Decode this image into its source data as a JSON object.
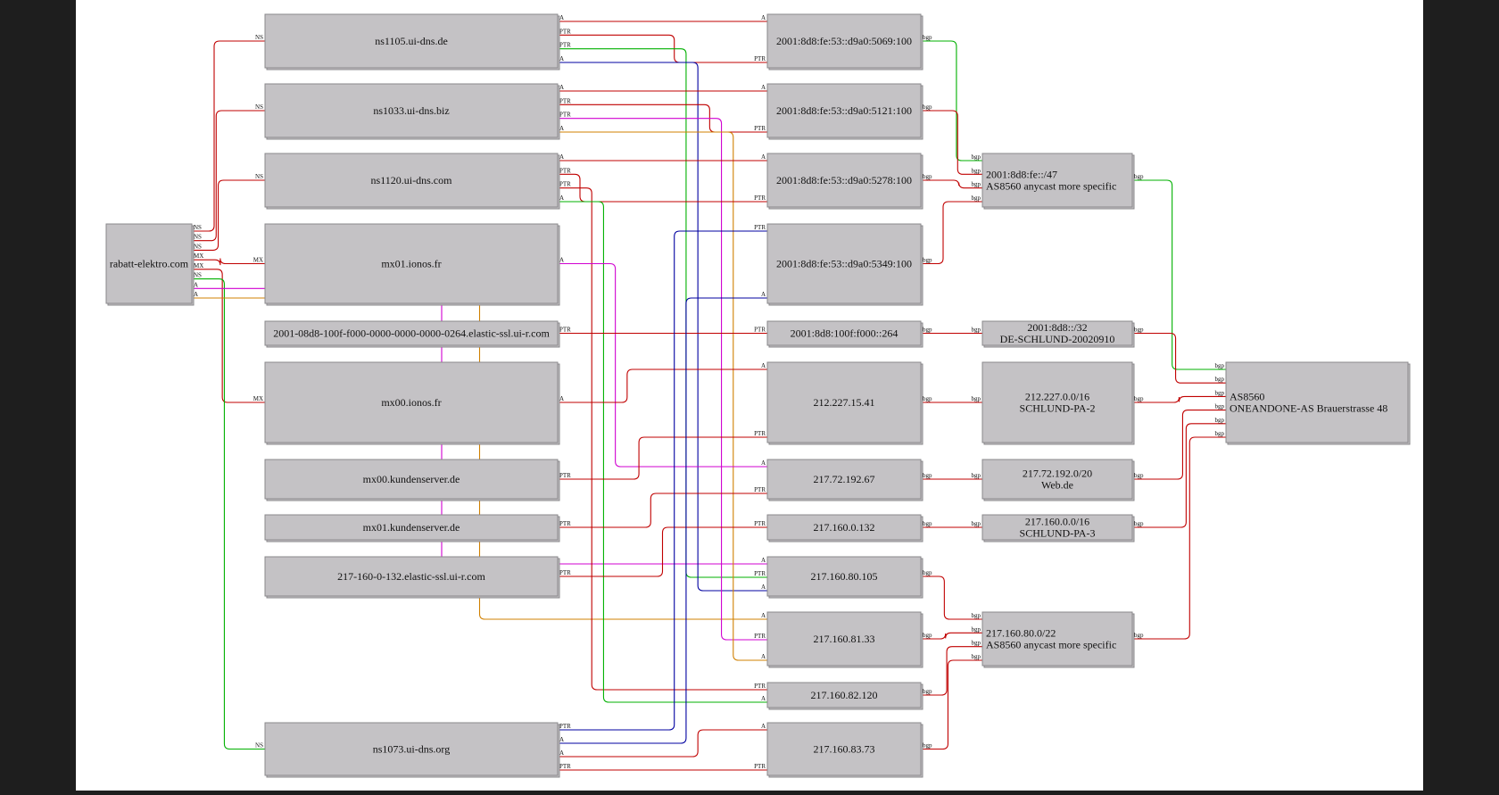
{
  "nodes": {
    "rabatt": [
      "rabatt-elektro.com"
    ],
    "ns1105": [
      "ns1105.ui-dns.de"
    ],
    "ns1033": [
      "ns1033.ui-dns.biz"
    ],
    "ns1120": [
      "ns1120.ui-dns.com"
    ],
    "mx01io": [
      "mx01.ionos.fr"
    ],
    "elastic6": [
      "2001-08d8-100f-f000-0000-0000-0000-0264.elastic-ssl.ui-r.com"
    ],
    "mx00io": [
      "mx00.ionos.fr"
    ],
    "mx00ks": [
      "mx00.kundenserver.de"
    ],
    "mx01ks": [
      "mx01.kundenserver.de"
    ],
    "elastic4": [
      "217-160-0-132.elastic-ssl.ui-r.com"
    ],
    "ns1073": [
      "ns1073.ui-dns.org"
    ],
    "ip5069": [
      "2001:8d8:fe:53::d9a0:5069:100"
    ],
    "ip5121": [
      "2001:8d8:fe:53::d9a0:5121:100"
    ],
    "ip5278": [
      "2001:8d8:fe:53::d9a0:5278:100"
    ],
    "ip5349": [
      "2001:8d8:fe:53::d9a0:5349:100"
    ],
    "ip264": [
      "2001:8d8:100f:f000::264"
    ],
    "ip15_41": [
      "212.227.15.41"
    ],
    "ip192_67": [
      "217.72.192.67"
    ],
    "ip0_132": [
      "217.160.0.132"
    ],
    "ip80_105": [
      "217.160.80.105"
    ],
    "ip81_33": [
      "217.160.81.33"
    ],
    "ip82_120": [
      "217.160.82.120"
    ],
    "ip83_73": [
      "217.160.83.73"
    ],
    "pfx_fe47": [
      "2001:8d8:fe::/47",
      "AS8560 anycast more specific"
    ],
    "pfx_32": [
      "2001:8d8::/32",
      "DE-SCHLUND-20020910"
    ],
    "pfx_212": [
      "212.227.0.0/16",
      "SCHLUND-PA-2"
    ],
    "pfx_webde": [
      "217.72.192.0/20",
      "Web.de"
    ],
    "pfx_pa3": [
      "217.160.0.0/16",
      "SCHLUND-PA-3"
    ],
    "pfx_80_22": [
      "217.160.80.0/22",
      "AS8560 anycast more specific"
    ],
    "as8560": [
      "AS8560",
      "ONEANDONE-AS Brauerstrasse 48"
    ]
  },
  "edges": [
    {
      "from": "rabatt",
      "to": "ns1105",
      "label": "NS",
      "color": "#c00000"
    },
    {
      "from": "rabatt",
      "to": "ns1033",
      "label": "NS",
      "color": "#c00000"
    },
    {
      "from": "rabatt",
      "to": "ns1120",
      "label": "NS",
      "color": "#c00000"
    },
    {
      "from": "rabatt",
      "to": "mx01io",
      "label": "MX",
      "color": "#c00000"
    },
    {
      "from": "rabatt",
      "to": "mx00io",
      "label": "MX",
      "color": "#c00000"
    },
    {
      "from": "rabatt",
      "to": "ns1073",
      "label": "NS",
      "color": "#00b000"
    },
    {
      "from": "rabatt",
      "to": "ip80_105",
      "label": "A",
      "color": "#d000d0"
    },
    {
      "from": "rabatt",
      "to": "ip81_33",
      "label": "A",
      "color": "#d08000"
    },
    {
      "from": "ns1105",
      "to": "ip5069",
      "label": "A",
      "color": "#c00000"
    },
    {
      "from": "ns1105",
      "to": "ip5069",
      "label": "PTR",
      "color": "#c00000"
    },
    {
      "from": "ns1105",
      "to": "ip80_105",
      "label": "PTR",
      "color": "#00b000"
    },
    {
      "from": "ns1105",
      "to": "ip80_105",
      "label": "A",
      "color": "#0000a0"
    },
    {
      "from": "ns1033",
      "to": "ip5121",
      "label": "A",
      "color": "#c00000"
    },
    {
      "from": "ns1033",
      "to": "ip5121",
      "label": "PTR",
      "color": "#c00000"
    },
    {
      "from": "ns1033",
      "to": "ip81_33",
      "label": "PTR",
      "color": "#d000d0"
    },
    {
      "from": "ns1033",
      "to": "ip81_33",
      "label": "A",
      "color": "#d08000"
    },
    {
      "from": "ns1120",
      "to": "ip5278",
      "label": "A",
      "color": "#c00000"
    },
    {
      "from": "ns1120",
      "to": "ip5278",
      "label": "PTR",
      "color": "#c00000"
    },
    {
      "from": "ns1120",
      "to": "ip82_120",
      "label": "PTR",
      "color": "#c00000"
    },
    {
      "from": "ns1120",
      "to": "ip82_120",
      "label": "A",
      "color": "#00b000"
    },
    {
      "from": "mx01io",
      "to": "ip192_67",
      "label": "A",
      "color": "#d000d0"
    },
    {
      "from": "elastic6",
      "to": "ip264",
      "label": "PTR",
      "color": "#c00000"
    },
    {
      "from": "mx00io",
      "to": "ip15_41",
      "label": "A",
      "color": "#c00000"
    },
    {
      "from": "mx00ks",
      "to": "ip15_41",
      "label": "PTR",
      "color": "#c00000"
    },
    {
      "from": "mx01ks",
      "to": "ip192_67",
      "label": "PTR",
      "color": "#c00000"
    },
    {
      "from": "elastic4",
      "to": "ip0_132",
      "label": "PTR",
      "color": "#c00000"
    },
    {
      "from": "ns1073",
      "to": "ip5349",
      "label": "PTR",
      "color": "#0000a0"
    },
    {
      "from": "ns1073",
      "to": "ip5349",
      "label": "A",
      "color": "#0000a0"
    },
    {
      "from": "ns1073",
      "to": "ip83_73",
      "label": "A",
      "color": "#c00000"
    },
    {
      "from": "ns1073",
      "to": "ip83_73",
      "label": "PTR",
      "color": "#c00000"
    },
    {
      "from": "ip5069",
      "to": "pfx_fe47",
      "label": "bgp",
      "color": "#00b000"
    },
    {
      "from": "ip5121",
      "to": "pfx_fe47",
      "label": "bgp",
      "color": "#c00000"
    },
    {
      "from": "ip5278",
      "to": "pfx_fe47",
      "label": "bgp",
      "color": "#c00000"
    },
    {
      "from": "ip5349",
      "to": "pfx_fe47",
      "label": "bgp",
      "color": "#c00000"
    },
    {
      "from": "ip264",
      "to": "pfx_32",
      "label": "bgp",
      "color": "#c00000"
    },
    {
      "from": "ip15_41",
      "to": "pfx_212",
      "label": "bgp",
      "color": "#c00000"
    },
    {
      "from": "ip192_67",
      "to": "pfx_webde",
      "label": "bgp",
      "color": "#c00000"
    },
    {
      "from": "ip0_132",
      "to": "pfx_pa3",
      "label": "bgp",
      "color": "#c00000"
    },
    {
      "from": "ip80_105",
      "to": "pfx_80_22",
      "label": "bgp",
      "color": "#c00000"
    },
    {
      "from": "ip81_33",
      "to": "pfx_80_22",
      "label": "bgp",
      "color": "#c00000"
    },
    {
      "from": "ip82_120",
      "to": "pfx_80_22",
      "label": "bgp",
      "color": "#c00000"
    },
    {
      "from": "ip83_73",
      "to": "pfx_80_22",
      "label": "bgp",
      "color": "#c00000"
    },
    {
      "from": "pfx_fe47",
      "to": "as8560",
      "label": "bgp",
      "color": "#00b000"
    },
    {
      "from": "pfx_32",
      "to": "as8560",
      "label": "bgp",
      "color": "#c00000"
    },
    {
      "from": "pfx_212",
      "to": "as8560",
      "label": "bgp",
      "color": "#c00000"
    },
    {
      "from": "pfx_webde",
      "to": "as8560",
      "label": "bgp",
      "color": "#c00000"
    },
    {
      "from": "pfx_pa3",
      "to": "as8560",
      "label": "bgp",
      "color": "#c00000"
    },
    {
      "from": "pfx_80_22",
      "to": "as8560",
      "label": "bgp",
      "color": "#c00000"
    }
  ]
}
